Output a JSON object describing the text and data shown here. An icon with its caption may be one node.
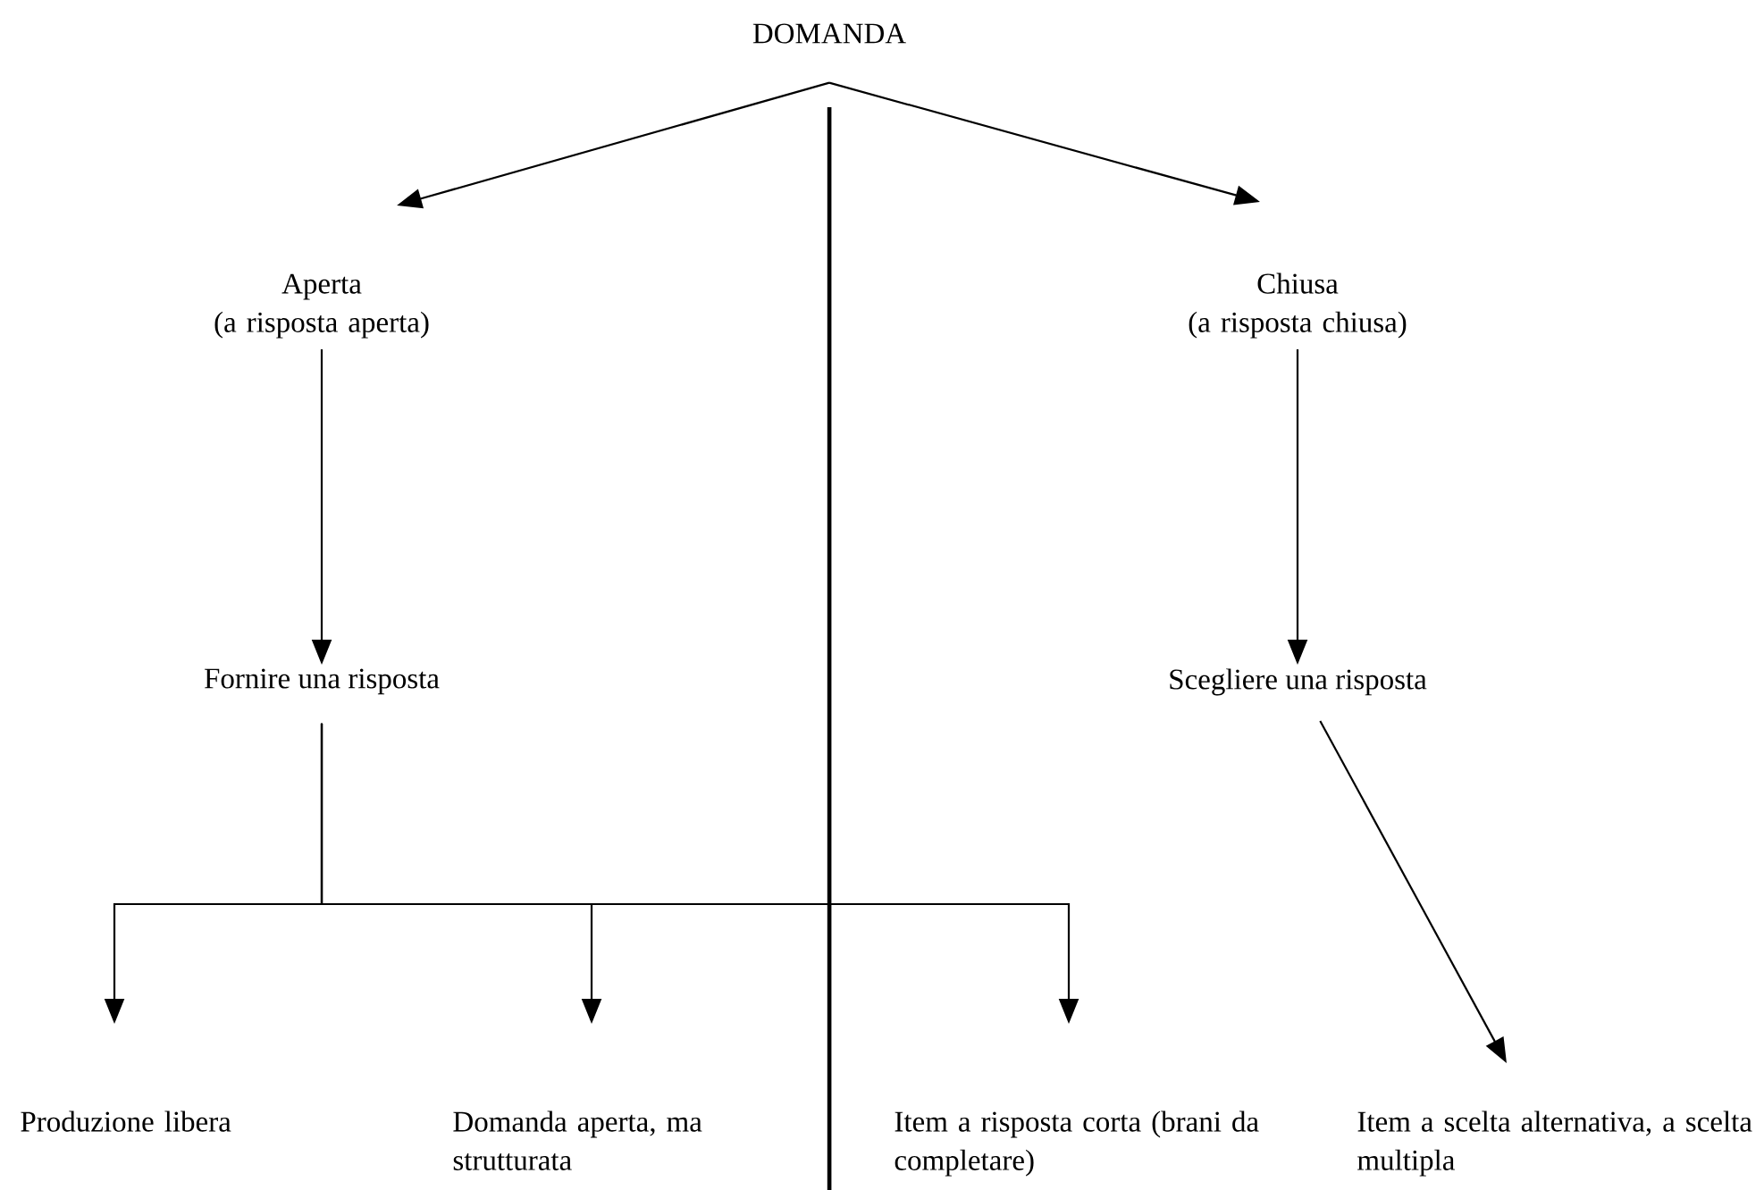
{
  "diagram": {
    "nodes": [
      {
        "text": [
          "DOMANDA"
        ]
      },
      {
        "text": [
          "Aperta",
          "(a risposta aperta)"
        ]
      },
      {
        "text": [
          "Chiusa",
          "(a risposta chiusa)"
        ]
      },
      {
        "text": [
          "Fornire una risposta"
        ]
      },
      {
        "text": [
          "Scegliere una risposta"
        ]
      },
      {
        "text": [
          "Produzione libera"
        ]
      },
      {
        "text": [
          "Domanda aperta, ma strutturata"
        ]
      },
      {
        "text": [
          "Item a risposta corta (brani da completare)"
        ]
      },
      {
        "text": [
          "Item a scelta alternativa, a scelta multipla"
        ]
      }
    ],
    "edges": [
      {
        "from": 0,
        "to": 1,
        "arrow": "to"
      },
      {
        "from": 0,
        "to": 2,
        "arrow": "to"
      },
      {
        "from": 1,
        "to": 3,
        "arrow": "to"
      },
      {
        "from": 2,
        "to": 4,
        "arrow": "to"
      },
      {
        "from": 3,
        "to": 5,
        "arrow": "to"
      },
      {
        "from": 3,
        "to": 6,
        "arrow": "to"
      },
      {
        "from": 3,
        "to": 7,
        "arrow": "to"
      },
      {
        "from": 4,
        "to": 8,
        "arrow": "to"
      }
    ]
  }
}
